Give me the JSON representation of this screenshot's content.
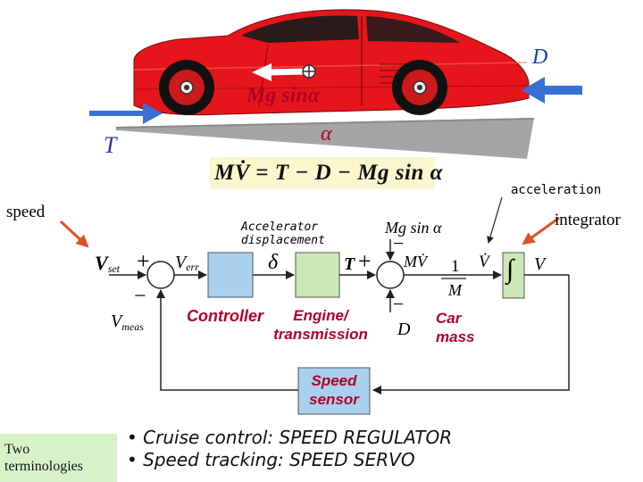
{
  "labels": {
    "force_d": "D",
    "force_t": "T",
    "gravity": "Mg sinα",
    "alpha": "α",
    "equation": "MV̇ = T − D − Mg sin α",
    "speed": "speed",
    "integrator": "integrator",
    "acceleration": "acceleration",
    "v_set": "V",
    "v_set_sub": "set",
    "v_meas": "V",
    "v_meas_sub": "meas",
    "v_err": "V",
    "v_err_sub": "err",
    "accel_displacement_1": "Accelerator",
    "accel_displacement_2": "displacement",
    "delta": "δ",
    "torque": "T",
    "mg_sin": "Mg sin α",
    "mv_dot": "MV̇",
    "one": "1",
    "mass_m": "M",
    "v_dot": "V̇",
    "v_out": "V",
    "d_block": "D",
    "integral_sym": "∫",
    "plus": "+",
    "minus": "−"
  },
  "blocks": {
    "controller": "Controller",
    "engine_1": "Engine/",
    "engine_2": "transmission",
    "car_1": "Car",
    "car_2": "mass",
    "sensor_1": "Speed",
    "sensor_2": "sensor"
  },
  "notes": {
    "line1": "Two",
    "line2": "terminologies"
  },
  "bullets": [
    "• Cruise control:  SPEED REGULATOR",
    "• Speed tracking: SPEED SERVO"
  ],
  "colors": {
    "car_body": "#e5151b",
    "road": "#a4a4a4",
    "force_arrow": "#3a6fd8",
    "block_fill_controller": "#a9d0ee",
    "block_fill_engine": "#cbe7b5",
    "block_fill_integrator": "#cbe7b5",
    "block_fill_sensor": "#a9d0ee",
    "annotation_arrow": "#e0502a"
  }
}
